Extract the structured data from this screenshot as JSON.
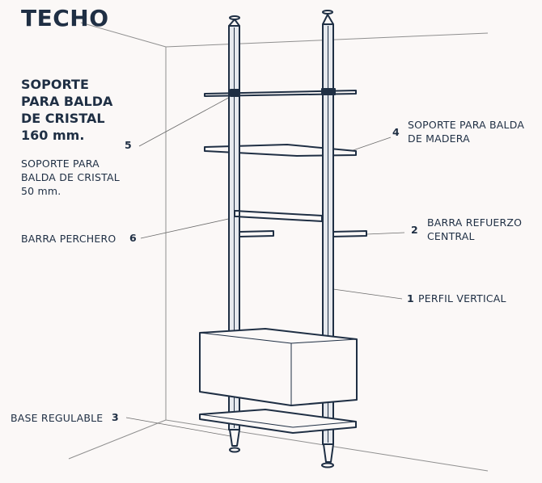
{
  "title": "TECHO",
  "labels": {
    "soporte_160": "SOPORTE\nPARA BALDA\nDE CRISTAL\n160 mm.",
    "soporte_50": "SOPORTE PARA\nBALDA DE CRISTAL\n50 mm.",
    "barra_perchero": "BARRA PERCHERO",
    "base_regulable": "BASE REGULABLE",
    "soporte_madera": "SOPORTE PARA BALDA\nDE MADERA",
    "barra_refuerzo": "BARRA REFUERZO\nCENTRAL",
    "perfil_vertical": "PERFIL VERTICAL"
  },
  "numbers": {
    "n1": "1",
    "n2": "2",
    "n3": "3",
    "n4": "4",
    "n5": "5",
    "n6": "6"
  },
  "colors": {
    "ink": "#1f2f44",
    "background": "#fbf8f7",
    "room_lines": "#8a8a8a"
  }
}
